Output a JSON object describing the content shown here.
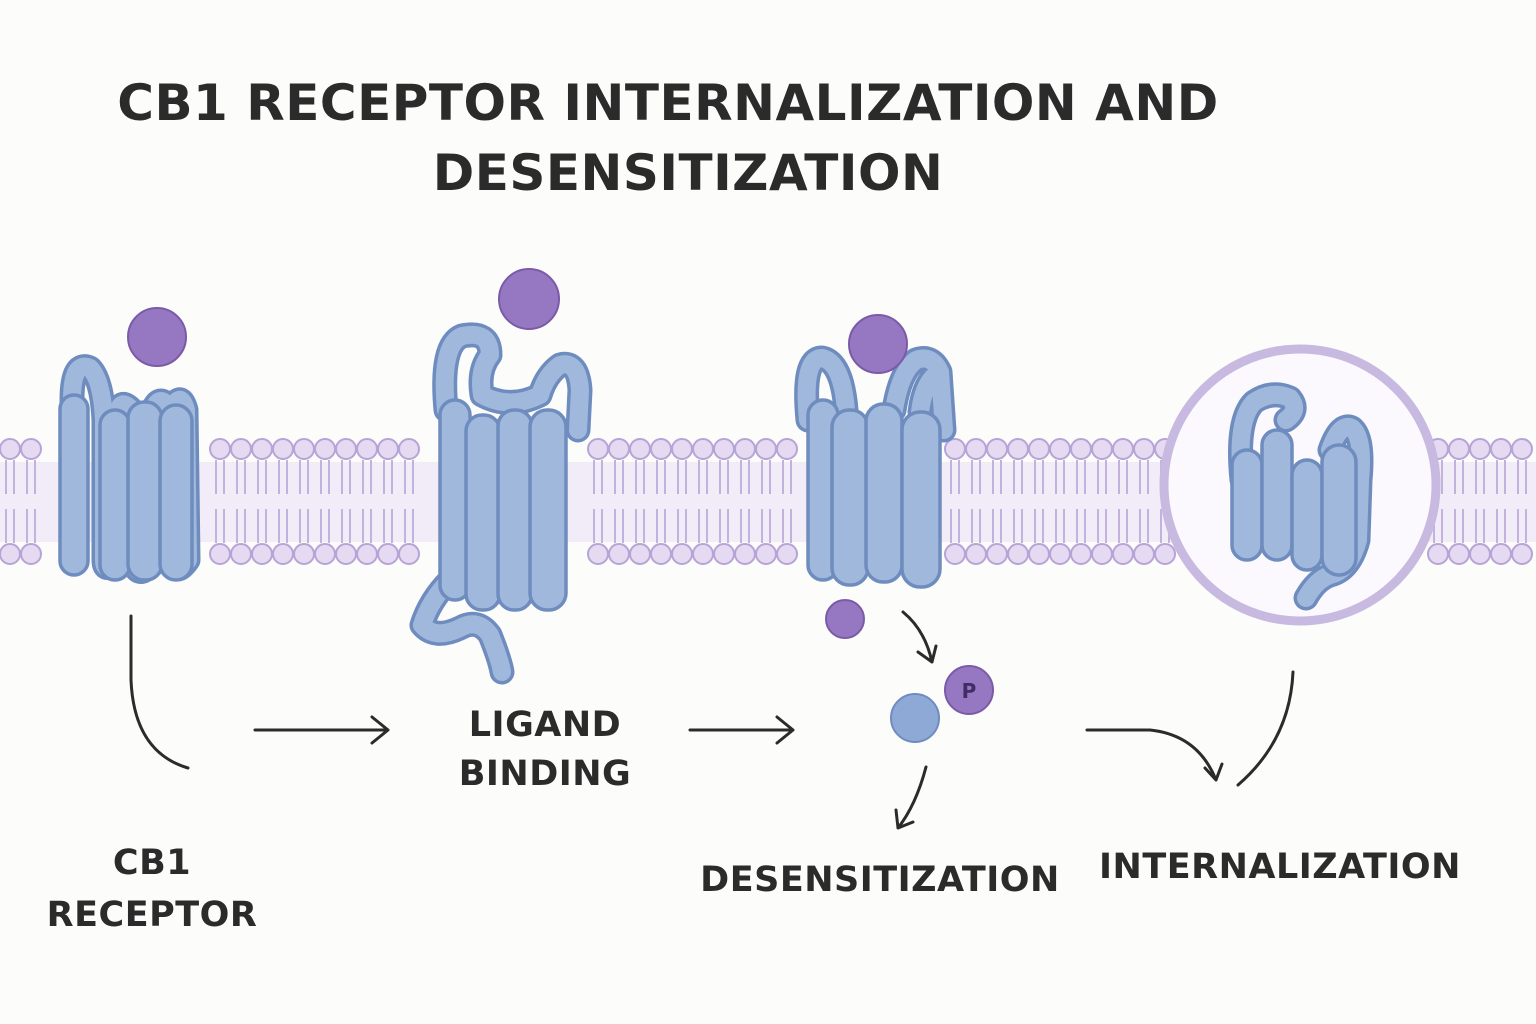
{
  "title": {
    "line1": "CB1 RECEPTOR INTERNALIZATION AND",
    "line2": "DESENSITIZATION"
  },
  "labels": {
    "receptor_line1": "CB1",
    "receptor_line2": "RECEPTOR",
    "ligand_line1": "LIGAND",
    "ligand_line2": "BINDING",
    "desensitization": "DESENSITIZATION",
    "internalization": "INTERNALIZATION"
  },
  "phosphate_label": "P",
  "colors": {
    "membrane_head": "#e5daf1",
    "receptor": "#9fb8dc",
    "receptor_outline": "#6f8cbf",
    "ligand": "#9677c1",
    "text": "#2b2b2b"
  }
}
